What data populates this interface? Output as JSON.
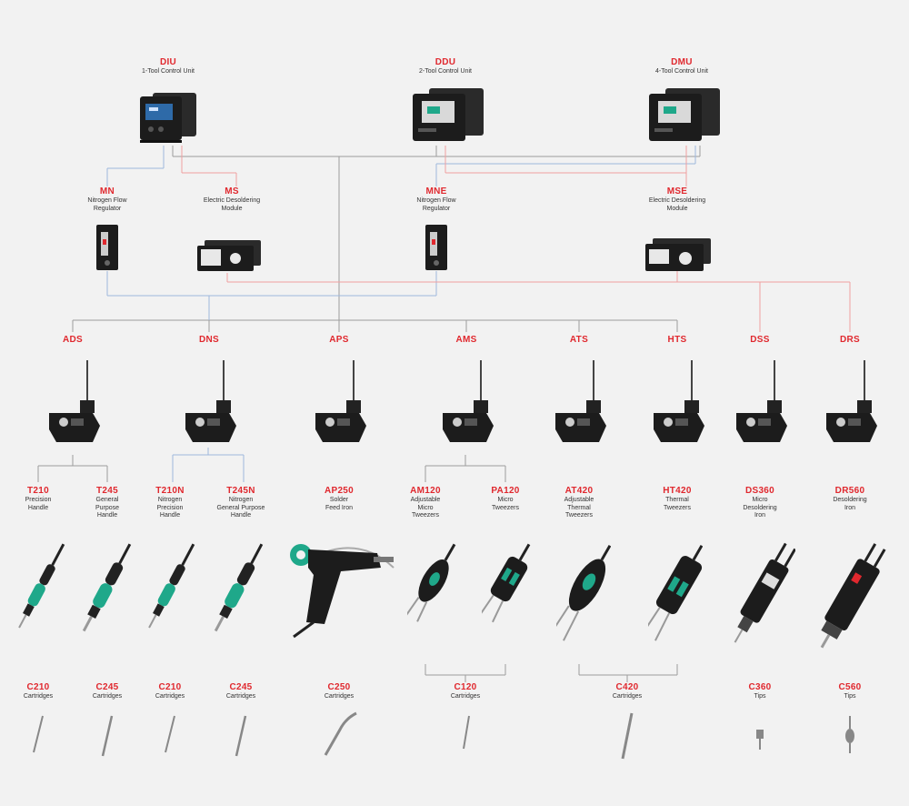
{
  "control_units": [
    {
      "code": "DIU",
      "desc": "1-Tool Control Unit"
    },
    {
      "code": "DDU",
      "desc": "2-Tool Control Unit"
    },
    {
      "code": "DMU",
      "desc": "4-Tool Control Unit"
    }
  ],
  "modules": [
    {
      "code": "MN",
      "desc": "Nitrogen Flow\nRegulator"
    },
    {
      "code": "MS",
      "desc": "Electric Desoldering\nModule"
    },
    {
      "code": "MNE",
      "desc": "Nitrogen Flow\nRegulator"
    },
    {
      "code": "MSE",
      "desc": "Electric Desoldering\nModule"
    }
  ],
  "stands": [
    {
      "code": "ADS"
    },
    {
      "code": "DNS"
    },
    {
      "code": "APS"
    },
    {
      "code": "AMS"
    },
    {
      "code": "ATS"
    },
    {
      "code": "HTS"
    },
    {
      "code": "DSS"
    },
    {
      "code": "DRS"
    }
  ],
  "handles": [
    {
      "code": "T210",
      "desc": "Precision\nHandle"
    },
    {
      "code": "T245",
      "desc": "General\nPurpose\nHandle"
    },
    {
      "code": "T210N",
      "desc": "Nitrogen\nPrecision\nHandle"
    },
    {
      "code": "T245N",
      "desc": "Nitrogen\nGeneral Purpose\nHandle"
    },
    {
      "code": "AP250",
      "desc": "Solder\nFeed Iron"
    },
    {
      "code": "AM120",
      "desc": "Adjustable\nMicro\nTweezers"
    },
    {
      "code": "PA120",
      "desc": "Micro\nTweezers"
    },
    {
      "code": "AT420",
      "desc": "Adjustable\nThermal\nTweezers"
    },
    {
      "code": "HT420",
      "desc": "Thermal\nTweezers"
    },
    {
      "code": "DS360",
      "desc": "Micro\nDesoldering\nIron"
    },
    {
      "code": "DR560",
      "desc": "Desoldering\nIron"
    }
  ],
  "cartridges": [
    {
      "code": "C210",
      "desc": "Cartridges"
    },
    {
      "code": "C245",
      "desc": "Cartridges"
    },
    {
      "code": "C210",
      "desc": "Cartridges"
    },
    {
      "code": "C245",
      "desc": "Cartridges"
    },
    {
      "code": "C250",
      "desc": "Cartridges"
    },
    {
      "code": "C120",
      "desc": "Cartridges"
    },
    {
      "code": "C420",
      "desc": "Cartridges"
    },
    {
      "code": "C360",
      "desc": "Tips"
    },
    {
      "code": "C560",
      "desc": "Tips"
    }
  ],
  "colors": {
    "background": "#f2f2f2",
    "label": "#e0282e",
    "text": "#333333",
    "device": "#1c1c1c",
    "accent": "#1fa88a",
    "wire_gray": "#9c9c9c",
    "wire_blue": "#9fb8dc",
    "wire_red": "#f0a0a0"
  }
}
